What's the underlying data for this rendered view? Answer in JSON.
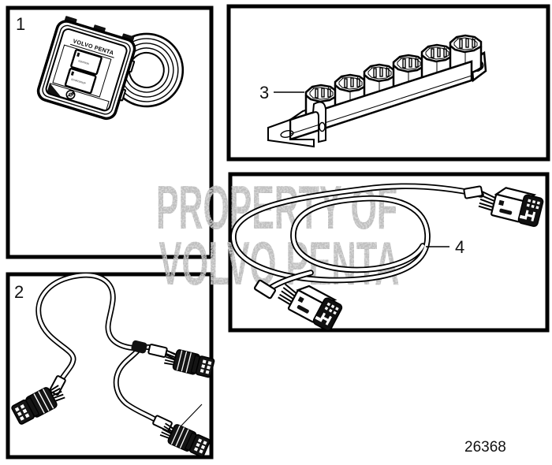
{
  "figure": {
    "background": "#ffffff",
    "line_color": "#000000",
    "watermark": {
      "line1": "PROPERTY OF",
      "line2": "VOLVO PENTA",
      "color": "#9a9a9a"
    },
    "drawing_number": "26368",
    "callouts": {
      "c1": "1",
      "c2": "2",
      "c3": "3",
      "c4": "4"
    },
    "device": {
      "brand": "VOLVO PENTA",
      "button1": "IGNITION",
      "button2": "START/STOP"
    }
  }
}
